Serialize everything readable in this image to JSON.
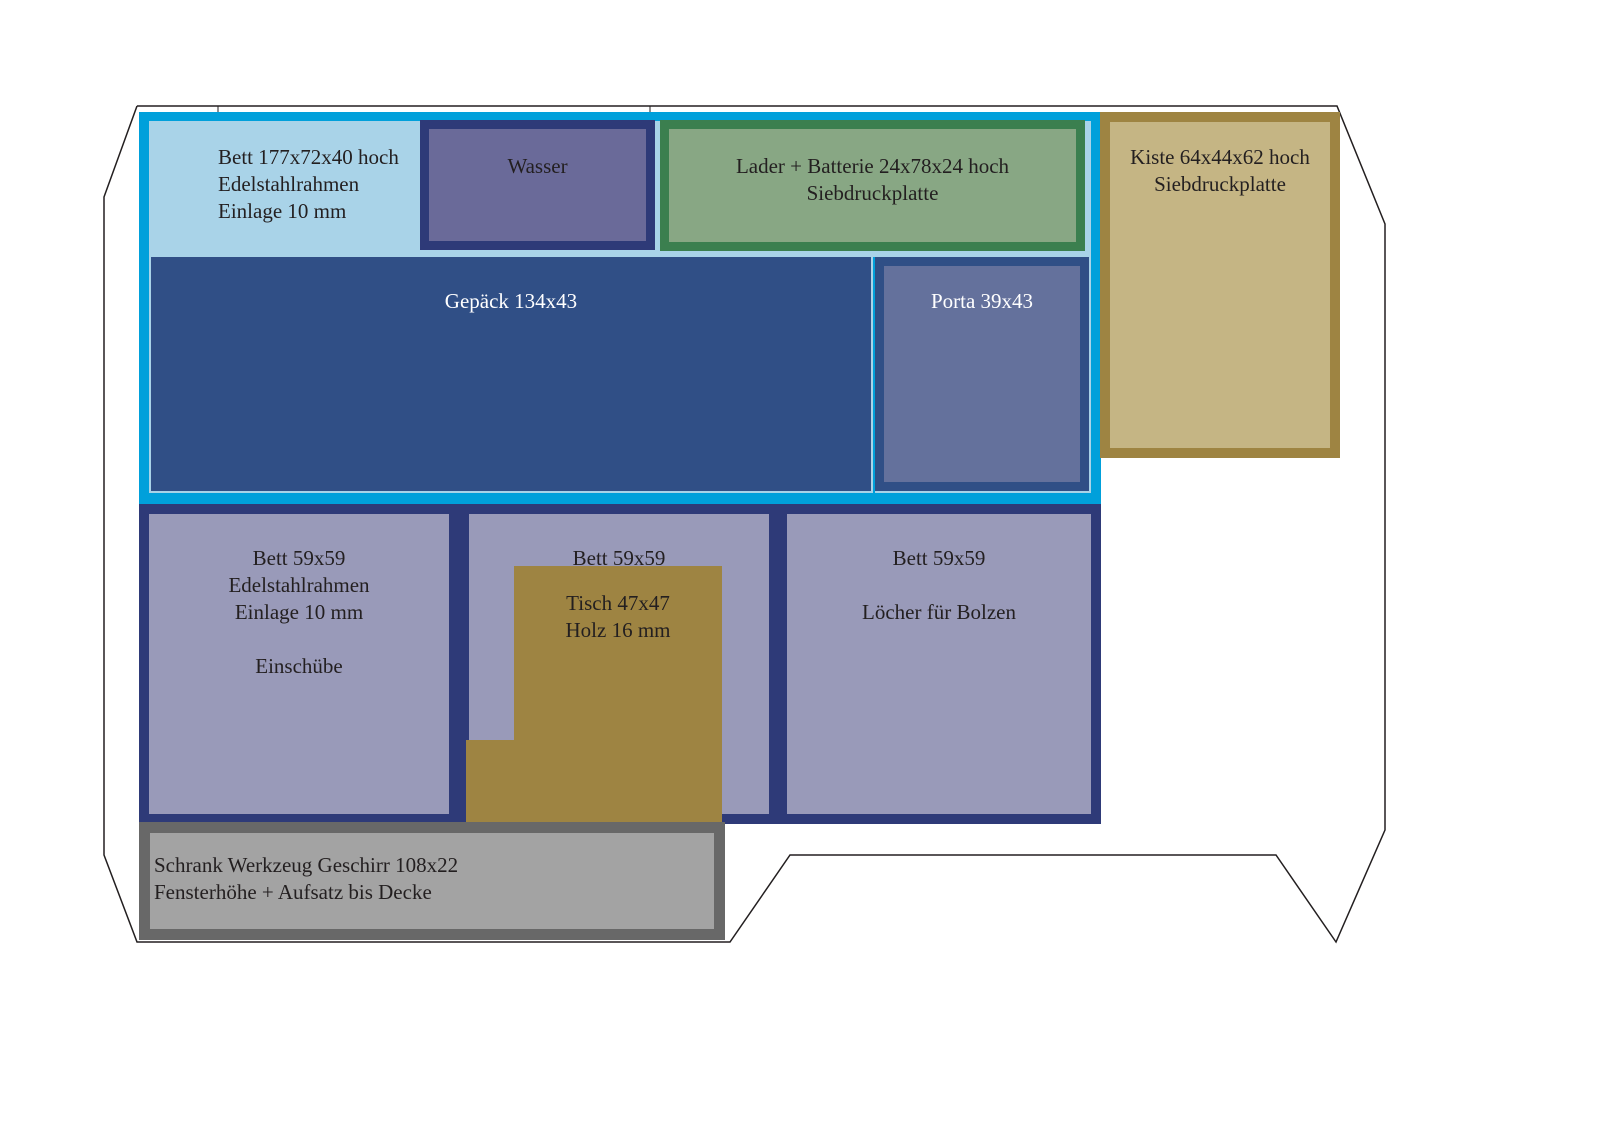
{
  "diagram": {
    "type": "floor-plan",
    "colors": {
      "frame_blue": "#00a0db",
      "bett_light_blue": "#a9d3e8",
      "wasser": "#6a6a99",
      "dark_navy": "#2e3a78",
      "lader_green": "#88a784",
      "lader_border": "#3b7f4f",
      "gepaeck": "#304f86",
      "porta": "#64719c",
      "bett59": "#999ab9",
      "tisch": "#9e8442",
      "kiste": "#c5b584",
      "schrank": "#a3a3a3",
      "schrank_border": "#686868"
    },
    "areas": {
      "bett_top": {
        "label": "Bett 177x72x40 hoch\nEdelstahlrahmen\nEinlage 10 mm"
      },
      "wasser": {
        "label": "Wasser"
      },
      "lader": {
        "label": "Lader + Batterie 24x78x24 hoch\nSiebdruckplatte"
      },
      "gepaeck": {
        "label": "Gepäck 134x43"
      },
      "porta": {
        "label": "Porta 39x43"
      },
      "kiste": {
        "label": "Kiste 64x44x62 hoch\nSiebdruckplatte"
      },
      "bett_1": {
        "label": "Bett 59x59\nEdelstahlrahmen\nEinlage 10 mm\n\nEinschübe"
      },
      "bett_2": {
        "label": "Bett 59x59"
      },
      "bett_3": {
        "label": "Bett 59x59\n\nLöcher für Bolzen"
      },
      "tisch": {
        "label": "Tisch 47x47\nHolz 16 mm"
      },
      "schrank": {
        "label": "Schrank Werkzeug Geschirr 108x22\nFensterhöhe + Aufsatz bis Decke"
      }
    }
  }
}
